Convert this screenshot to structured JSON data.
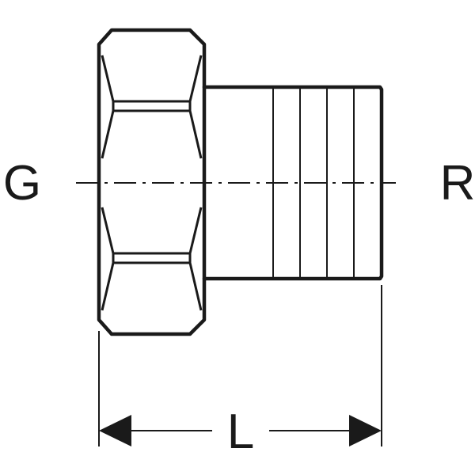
{
  "labels": {
    "left": "G",
    "right": "R",
    "dimension": "L"
  },
  "colors": {
    "stroke": "#1a1a1a",
    "background": "#ffffff"
  }
}
